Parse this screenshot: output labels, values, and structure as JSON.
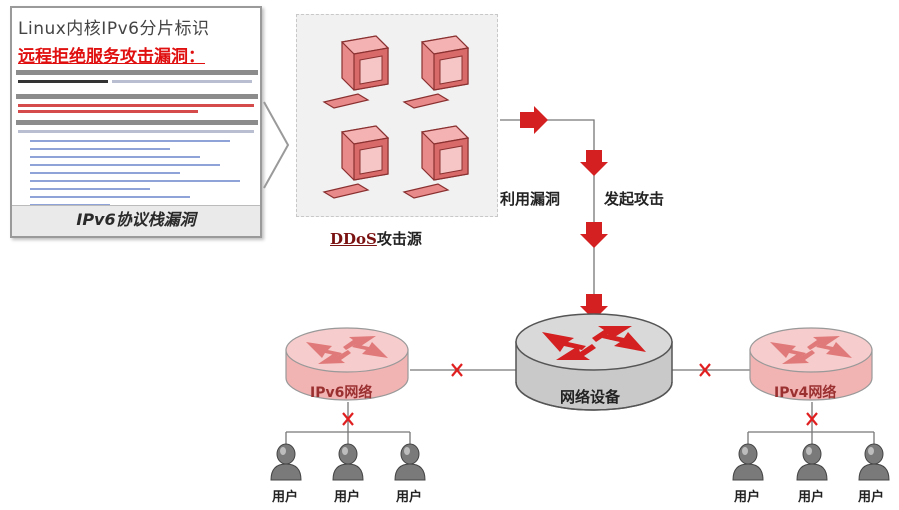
{
  "document": {
    "title": "Linux内核IPv6分片标识",
    "subtitle": "远程拒绝服务攻击漏洞：",
    "footer": "IPv6协议栈漏洞"
  },
  "attack_source": {
    "prefix": "DDoS",
    "label": "攻击源"
  },
  "flow_labels": {
    "exploit": "利用漏洞",
    "launch": "发起攻击"
  },
  "network_device": {
    "label": "网络设备"
  },
  "ipv6_network": {
    "label": "IPv6网络"
  },
  "ipv4_network": {
    "label": "IPv4网络"
  },
  "users": {
    "left": [
      "用户",
      "用户",
      "用户"
    ],
    "right": [
      "用户",
      "用户",
      "用户"
    ]
  },
  "colors": {
    "attack_arrow": "#d42020",
    "block_mark": "#e02020",
    "router_red": "#f2b3b3",
    "computer_red": "#e98a8a"
  }
}
